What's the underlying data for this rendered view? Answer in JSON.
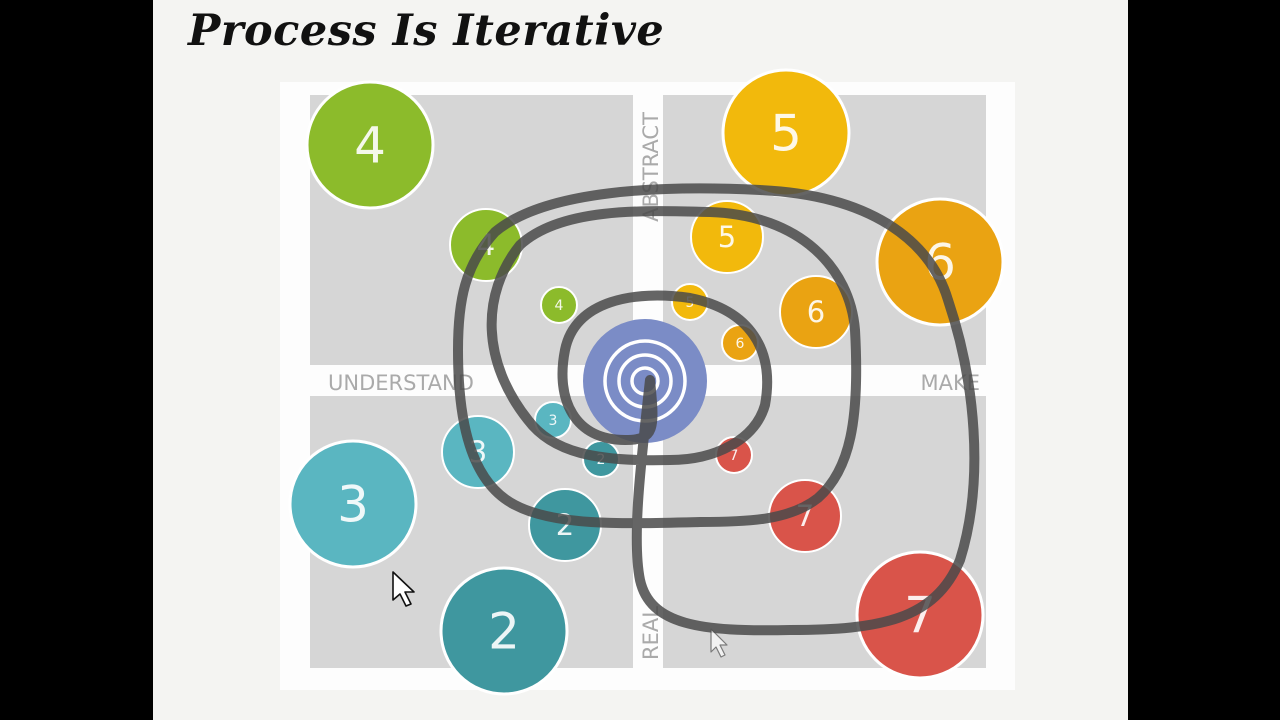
{
  "slide": {
    "title": "Process Is Iterative"
  },
  "diagram": {
    "axis_labels": {
      "left": "UNDERSTAND",
      "right": "MAKE",
      "top": "ABSTRACT",
      "bottom": "REAL"
    },
    "colors": {
      "quadrant": "#d6d6d6",
      "panel": "#fdfdfd",
      "spiral": "#4a4a4a",
      "center": "#7b8cc6",
      "stage_2": "#3f979f",
      "stage_3": "#5ab6c1",
      "stage_4": "#8cbb2b",
      "stage_5": "#f2b90c",
      "stage_6": "#eaa312",
      "stage_7": "#d9544a"
    },
    "circles": [
      {
        "label": "4",
        "color": "stage_4"
      },
      {
        "label": "5",
        "color": "stage_5"
      },
      {
        "label": "6",
        "color": "stage_6"
      },
      {
        "label": "3",
        "color": "stage_3"
      },
      {
        "label": "2",
        "color": "stage_2"
      },
      {
        "label": "7",
        "color": "stage_7"
      },
      {
        "label": "4",
        "color": "stage_4"
      },
      {
        "label": "5",
        "color": "stage_5"
      },
      {
        "label": "6",
        "color": "stage_6"
      },
      {
        "label": "3",
        "color": "stage_3"
      },
      {
        "label": "2",
        "color": "stage_2"
      },
      {
        "label": "7",
        "color": "stage_7"
      },
      {
        "label": "4",
        "color": "stage_4"
      },
      {
        "label": "5",
        "color": "stage_5"
      },
      {
        "label": "6",
        "color": "stage_6"
      },
      {
        "label": "3",
        "color": "stage_3"
      },
      {
        "label": "2",
        "color": "stage_2"
      },
      {
        "label": "7",
        "color": "stage_7"
      }
    ]
  }
}
